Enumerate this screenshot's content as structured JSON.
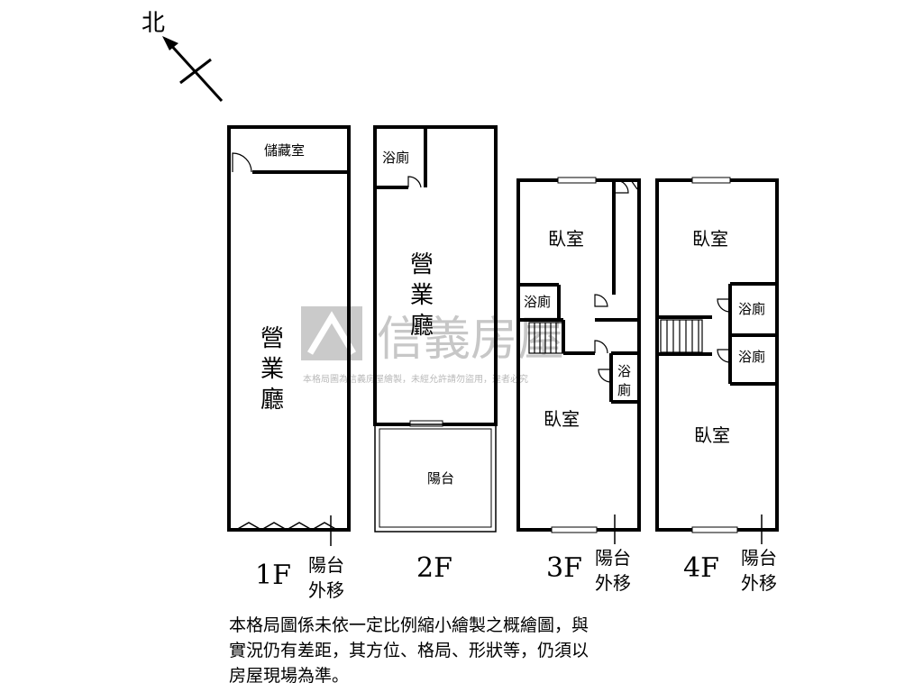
{
  "compass": {
    "label": "北"
  },
  "floors": [
    {
      "id": "1F",
      "label": "1F",
      "rooms": {
        "storage": "儲藏室",
        "hall": [
          "營",
          "業",
          "廳"
        ]
      },
      "note": [
        "陽台",
        "外移"
      ]
    },
    {
      "id": "2F",
      "label": "2F",
      "rooms": {
        "bath": "浴廁",
        "hall": [
          "營",
          "業",
          "廳"
        ],
        "balcony": "陽台"
      }
    },
    {
      "id": "3F",
      "label": "3F",
      "rooms": {
        "bedroom_front": "臥室",
        "bath_left": "浴廁",
        "bath_right": [
          "浴",
          "廁"
        ],
        "bedroom_back": "臥室"
      },
      "note": [
        "陽台",
        "外移"
      ]
    },
    {
      "id": "4F",
      "label": "4F",
      "rooms": {
        "bedroom_front": "臥室",
        "bath_upper": "浴廁",
        "bath_lower": "浴廁",
        "bedroom_back": "臥室"
      },
      "note": [
        "陽台",
        "外移"
      ]
    }
  ],
  "watermark": {
    "brand": "信義房屋",
    "notice": "本格局圖為信義房屋繪製，未經允許請勿盜用，違者必究"
  },
  "disclaimer": [
    "本格局圖係未依一定比例縮小繪製之概繪圖，與",
    "實況仍有差距，其方位、格局、形狀等，仍須以",
    "房屋現場為準。"
  ]
}
